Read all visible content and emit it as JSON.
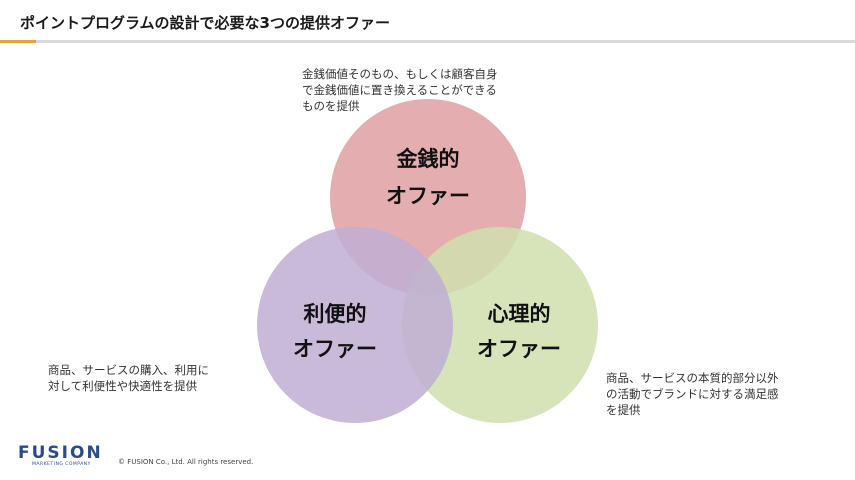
{
  "header": {
    "title": "ポイントプログラムの設計で必要な3つの提供オファー"
  },
  "colors": {
    "accent": "#e8a03c",
    "rule": "#d9d9d9",
    "monetary": "#dfa0a3",
    "convenience": "#c0aed3",
    "psychological": "#d0dfae",
    "brand": "#2a4a8a"
  },
  "diagram": {
    "circles": [
      {
        "id": "monetary",
        "label_lines": [
          "金銭的",
          "オファー"
        ],
        "description_lines": [
          "金銭価値そのもの、もしくは顧客自身",
          "で金銭価値に置き換えることができる",
          "ものを提供"
        ]
      },
      {
        "id": "convenience",
        "label_lines": [
          "利便的",
          "オファー"
        ],
        "description_lines": [
          "商品、サービスの購入、利用に",
          "対して利便性や快適性を提供"
        ]
      },
      {
        "id": "psychological",
        "label_lines": [
          "心理的",
          "オファー"
        ],
        "description_lines": [
          "商品、サービスの本質的部分以外",
          "の活動でブランドに対する満足感",
          "を提供"
        ]
      }
    ]
  },
  "footer": {
    "logo_text": "FUSION",
    "logo_subtext": "MARKETING COMPANY",
    "copyright": "© FUSION Co., Ltd. All rights reserved."
  }
}
